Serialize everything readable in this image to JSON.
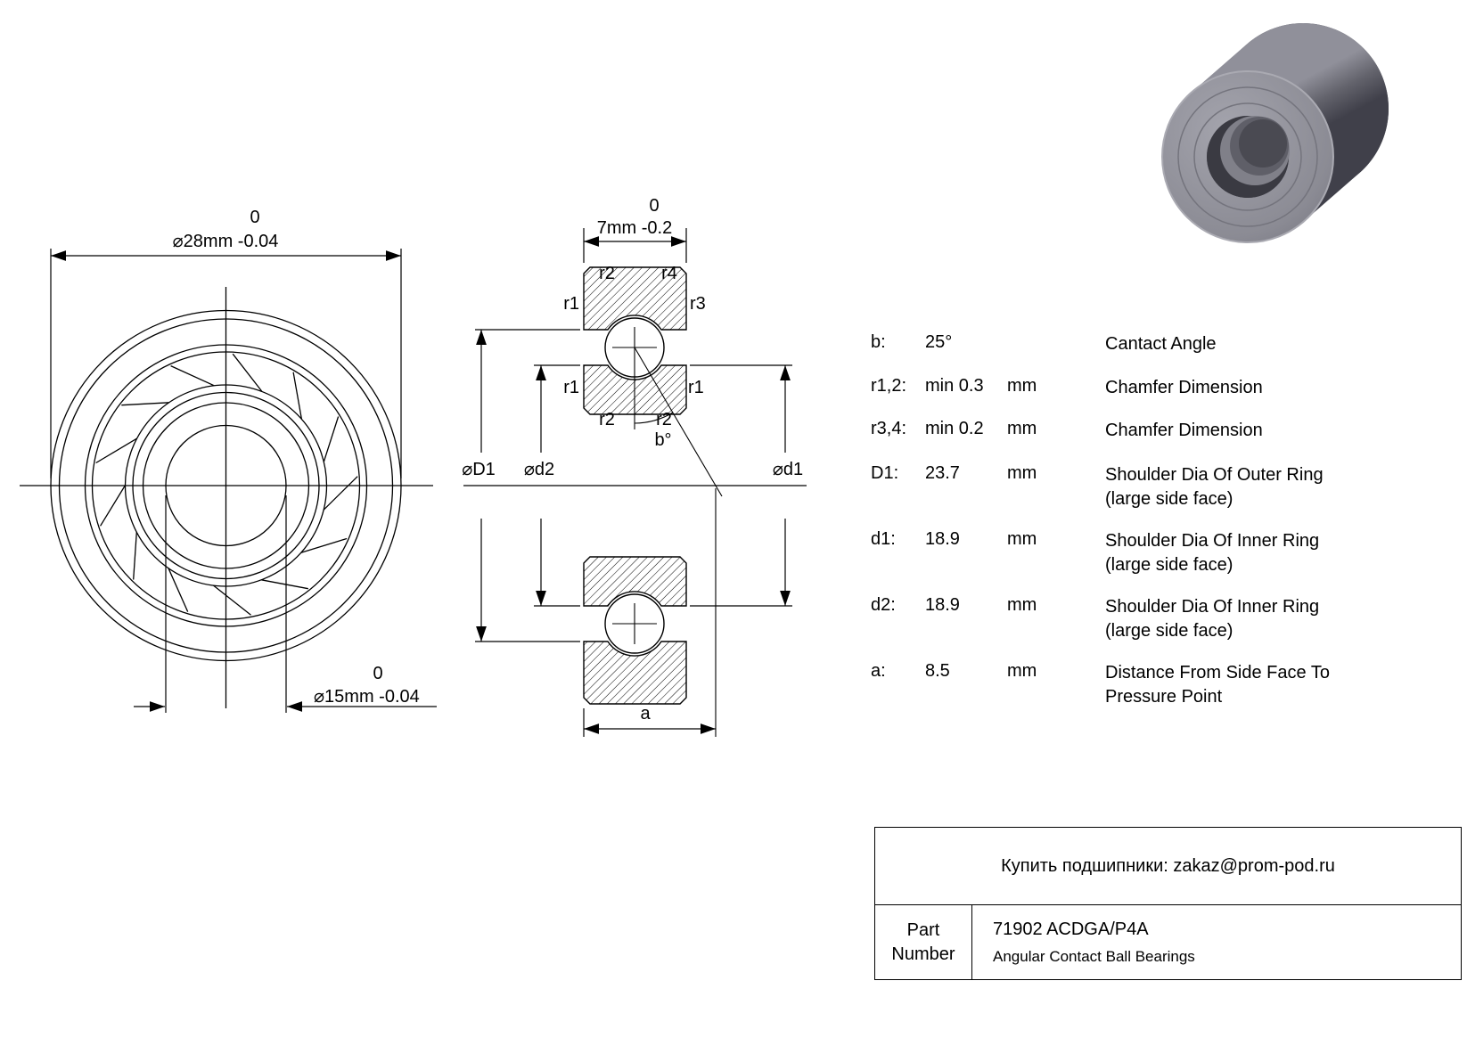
{
  "front_view": {
    "tol_upper_outer": "0",
    "dim_outer": "⌀28mm -0.04",
    "tol_upper_bore": "0",
    "dim_bore": "⌀15mm -0.04"
  },
  "section_view": {
    "tol_upper_width": "0",
    "dim_width": "7mm -0.2",
    "label_r2_top": "r2",
    "label_r4_top": "r4",
    "label_r1_outer_left": "r1",
    "label_r3_outer_right": "r3",
    "label_r1_inner_left": "r1",
    "label_r1_inner_right": "r1",
    "label_r2_inner_left": "r2",
    "label_r2_inner_right": "r2",
    "label_angle": "b°",
    "label_D1": "⌀D1",
    "label_d2": "⌀d2",
    "label_d1": "⌀d1",
    "label_a": "a"
  },
  "spec_table": {
    "rows": [
      {
        "param": "b:",
        "value": "25°",
        "unit": "",
        "desc1": "Cantact Angle",
        "desc2": ""
      },
      {
        "param": "r1,2:",
        "value": "min 0.3",
        "unit": "mm",
        "desc1": "Chamfer Dimension",
        "desc2": ""
      },
      {
        "param": "r3,4:",
        "value": "min 0.2",
        "unit": "mm",
        "desc1": "Chamfer Dimension",
        "desc2": ""
      },
      {
        "param": "D1:",
        "value": "23.7",
        "unit": "mm",
        "desc1": "Shoulder Dia Of Outer Ring",
        "desc2": "(large side face)"
      },
      {
        "param": "d1:",
        "value": "18.9",
        "unit": "mm",
        "desc1": "Shoulder Dia Of Inner Ring",
        "desc2": "(large side face)"
      },
      {
        "param": "d2:",
        "value": "18.9",
        "unit": "mm",
        "desc1": "Shoulder Dia Of Inner Ring",
        "desc2": "(large side face)"
      },
      {
        "param": "a:",
        "value": "8.5",
        "unit": "mm",
        "desc1": "Distance From Side Face To",
        "desc2": "Pressure Point"
      }
    ]
  },
  "title_block": {
    "contact_line": "Купить подшипники: zakaz@prom-pod.ru",
    "part_label_1": "Part",
    "part_label_2": "Number",
    "part_number": "71902 ACDGA/P4A",
    "bearing_type": "Angular Contact Ball Bearings"
  },
  "colors": {
    "line": "#000000",
    "background": "#ffffff",
    "render_body": "#63636c",
    "render_face": "#8b8b94"
  }
}
